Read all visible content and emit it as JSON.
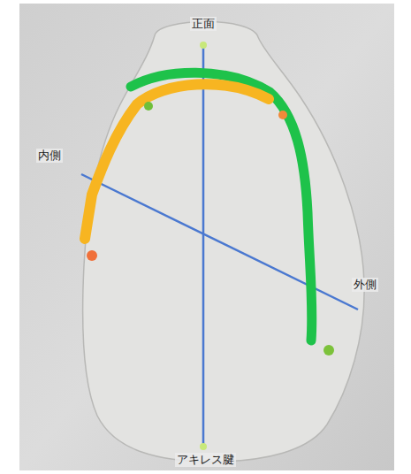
{
  "diagram": {
    "labels": [
      "正面",
      "内側",
      "外側",
      "アキレス腱"
    ]
  }
}
